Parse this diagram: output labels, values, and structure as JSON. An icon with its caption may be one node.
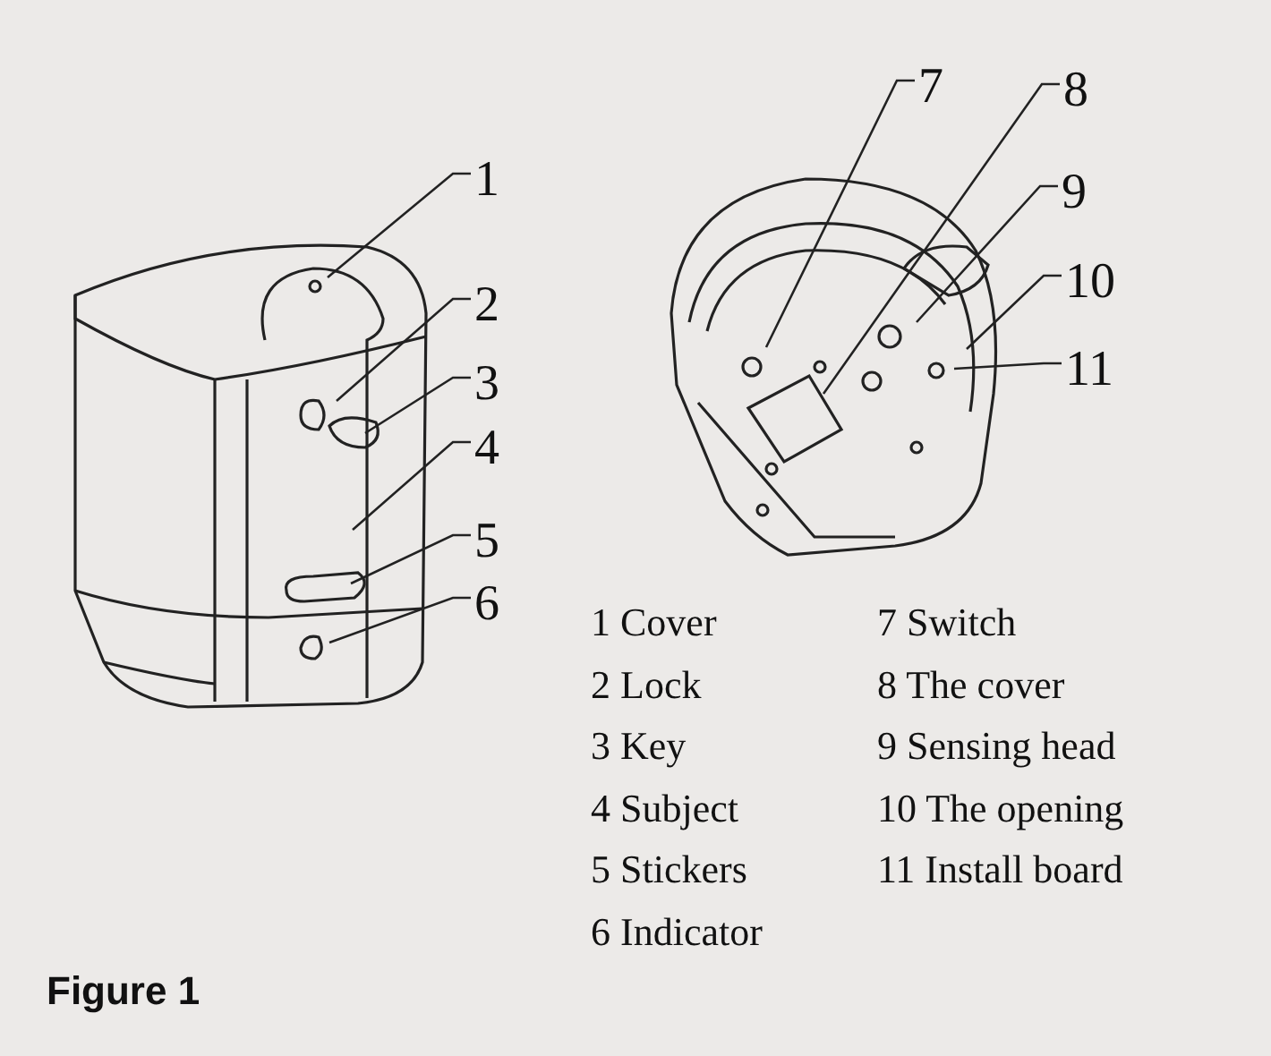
{
  "diagram": {
    "caption": "Figure 1",
    "nodes": [
      {
        "text": [
          "1"
        ]
      },
      {
        "text": [
          "2"
        ]
      },
      {
        "text": [
          "3"
        ]
      },
      {
        "text": [
          "4"
        ]
      },
      {
        "text": [
          "5"
        ]
      },
      {
        "text": [
          "6"
        ]
      },
      {
        "text": [
          "7"
        ]
      },
      {
        "text": [
          "8"
        ]
      },
      {
        "text": [
          "9"
        ]
      },
      {
        "text": [
          "10"
        ]
      },
      {
        "text": [
          "11"
        ]
      }
    ],
    "edges": [
      {
        "from": 0,
        "to": null,
        "arrow": "none"
      },
      {
        "from": 1,
        "to": null,
        "arrow": "none"
      },
      {
        "from": 2,
        "to": null,
        "arrow": "none"
      },
      {
        "from": 3,
        "to": null,
        "arrow": "none"
      },
      {
        "from": 4,
        "to": null,
        "arrow": "none"
      },
      {
        "from": 5,
        "to": null,
        "arrow": "none"
      },
      {
        "from": 6,
        "to": null,
        "arrow": "none"
      },
      {
        "from": 7,
        "to": null,
        "arrow": "none"
      },
      {
        "from": 8,
        "to": null,
        "arrow": "none"
      },
      {
        "from": 9,
        "to": null,
        "arrow": "none"
      },
      {
        "from": 10,
        "to": null,
        "arrow": "none"
      }
    ],
    "labels": [
      "1 Cover",
      "7 Switch",
      "2 Lock",
      "8 The cover",
      "3 Key",
      "9 Sensing head",
      "4 Subject",
      "10 The opening",
      "5 Stickers",
      "11 Install board",
      "6 Indicator"
    ]
  }
}
